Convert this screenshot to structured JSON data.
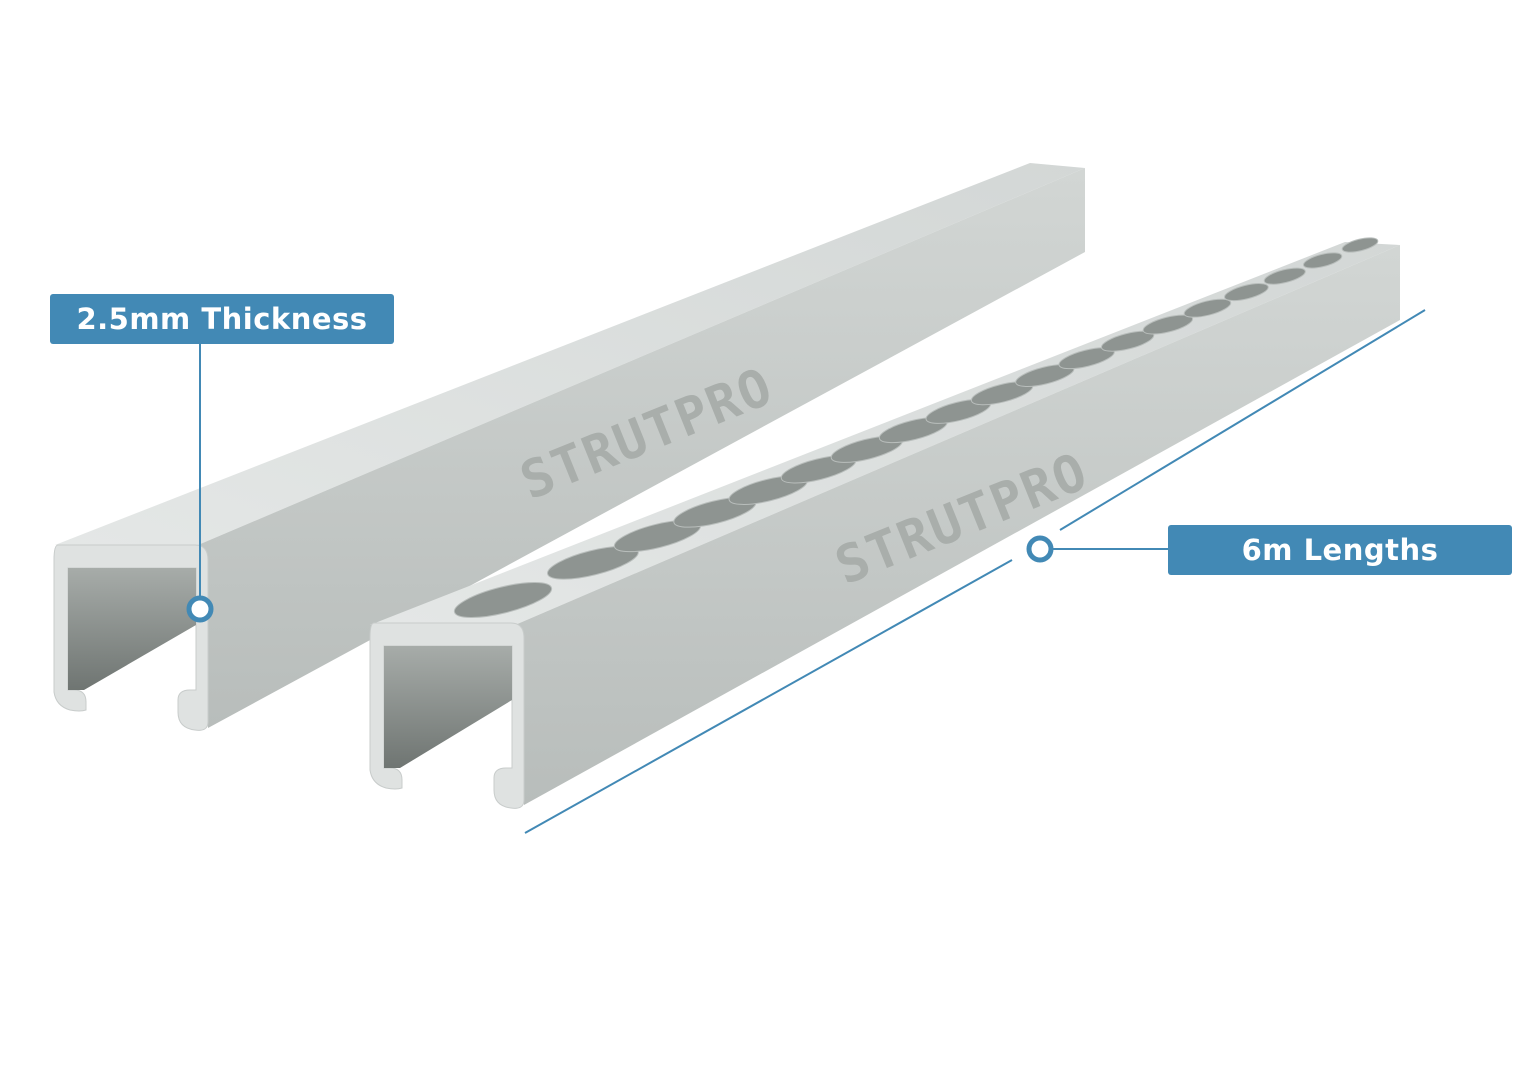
{
  "callouts": {
    "thickness": "2.5mm Thickness",
    "length": "6m Lengths"
  },
  "brand": "STRUTPRO",
  "colors": {
    "accent": "#4289b5",
    "steel_light": "#dfe3e2",
    "steel_mid": "#c3c8c6",
    "steel_dark": "#8e9491"
  },
  "slotted_holes_count": 19
}
